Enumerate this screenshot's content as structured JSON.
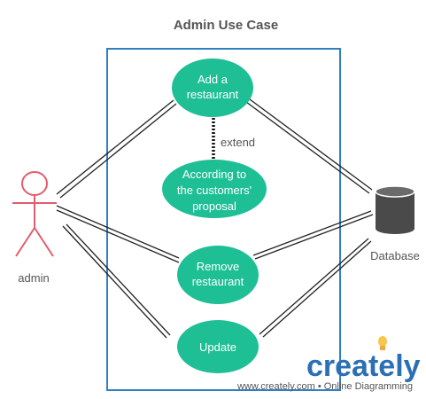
{
  "diagram": {
    "title": "Admin Use Case",
    "actor": {
      "label": "admin"
    },
    "use_cases": {
      "add_restaurant": [
        "Add a",
        "restaurant"
      ],
      "according_proposal": [
        "According to",
        "the customers'",
        "proposal"
      ],
      "remove_restaurant": [
        "Remove",
        "restaurant"
      ],
      "update": [
        "Update"
      ]
    },
    "extend_label": "extend",
    "database": {
      "label": "Database"
    },
    "colors": {
      "use_case_fill": "#1fbf96",
      "boundary": "#2f7fc1",
      "actor": "#e45b6e",
      "database": "#4a4a4a",
      "line": "#222222"
    }
  },
  "branding": {
    "logo": "creately",
    "tagline": "www.creately.com • Online Diagramming",
    "bulb_color": "#f7c64a",
    "logo_color": "#2b6fb5"
  }
}
